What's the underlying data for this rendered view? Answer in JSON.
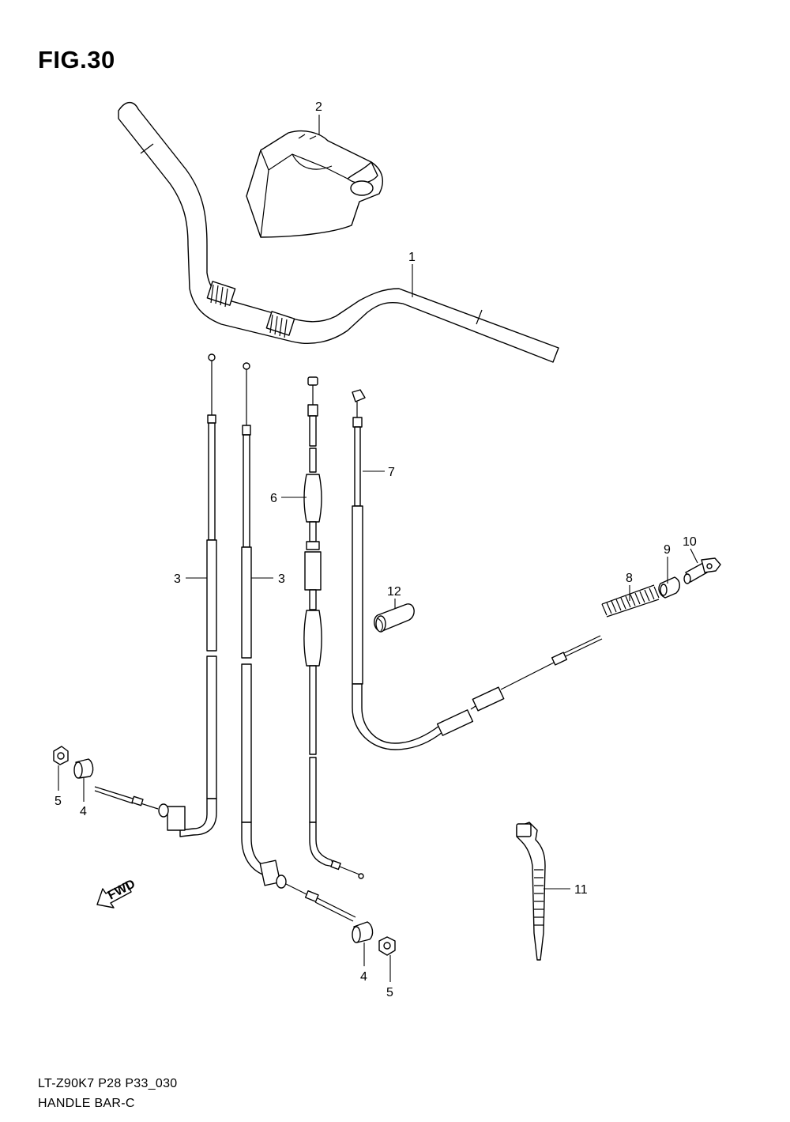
{
  "figure_title": "FIG.30",
  "footer": {
    "code": "LT-Z90K7 P28 P33_030",
    "name": "HANDLE BAR-C"
  },
  "callouts": {
    "c1": "1",
    "c2": "2",
    "c3a": "3",
    "c3b": "3",
    "c4a": "4",
    "c4b": "4",
    "c5a": "5",
    "c5b": "5",
    "c6": "6",
    "c7": "7",
    "c8": "8",
    "c9": "9",
    "c10": "10",
    "c11": "11",
    "c12": "12"
  },
  "fwd_label": "FWD",
  "colors": {
    "line": "#000000",
    "background": "#ffffff"
  }
}
